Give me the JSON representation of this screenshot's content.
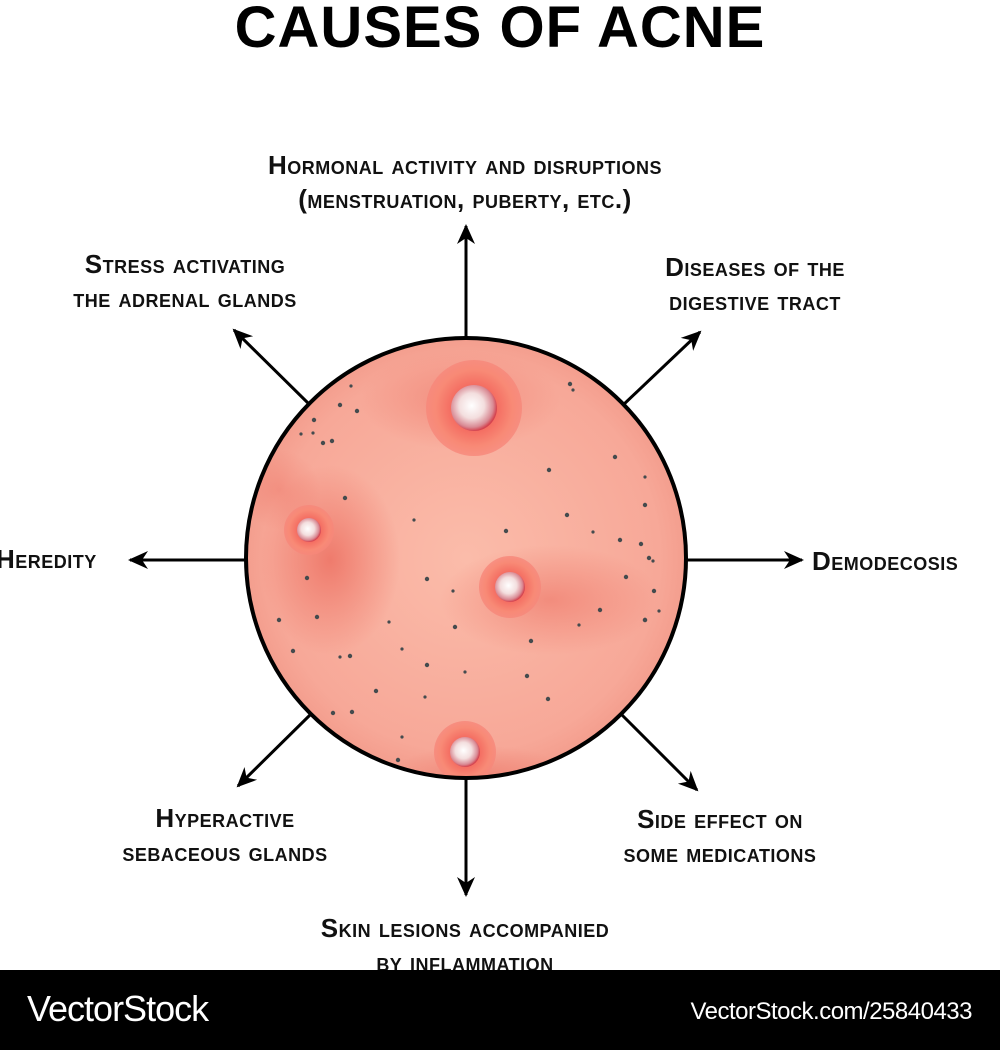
{
  "title": "CAUSES OF ACNE",
  "causes": {
    "top": [
      "Hormonal activity and disruptions",
      "(menstruation, puberty, etc.)"
    ],
    "top_right": [
      "Diseases of the",
      "digestive tract"
    ],
    "right": [
      "Demodecosis"
    ],
    "bottom_right": [
      "Side effect on",
      "some medications"
    ],
    "bottom": [
      "Skin lesions accompanied",
      "by inflammation"
    ],
    "bottom_left": [
      "Hyperactive",
      "sebaceous glands"
    ],
    "left": [
      "Heredity"
    ],
    "top_left": [
      "Stress activating",
      "the adrenal glands"
    ]
  },
  "footer": {
    "brand": "VectorStock",
    "url": "VectorStock.com/25840433"
  },
  "colors": {
    "skin": "#f8b0a0",
    "inflammation": "#ee6a5e",
    "pore": "#444b4e"
  }
}
